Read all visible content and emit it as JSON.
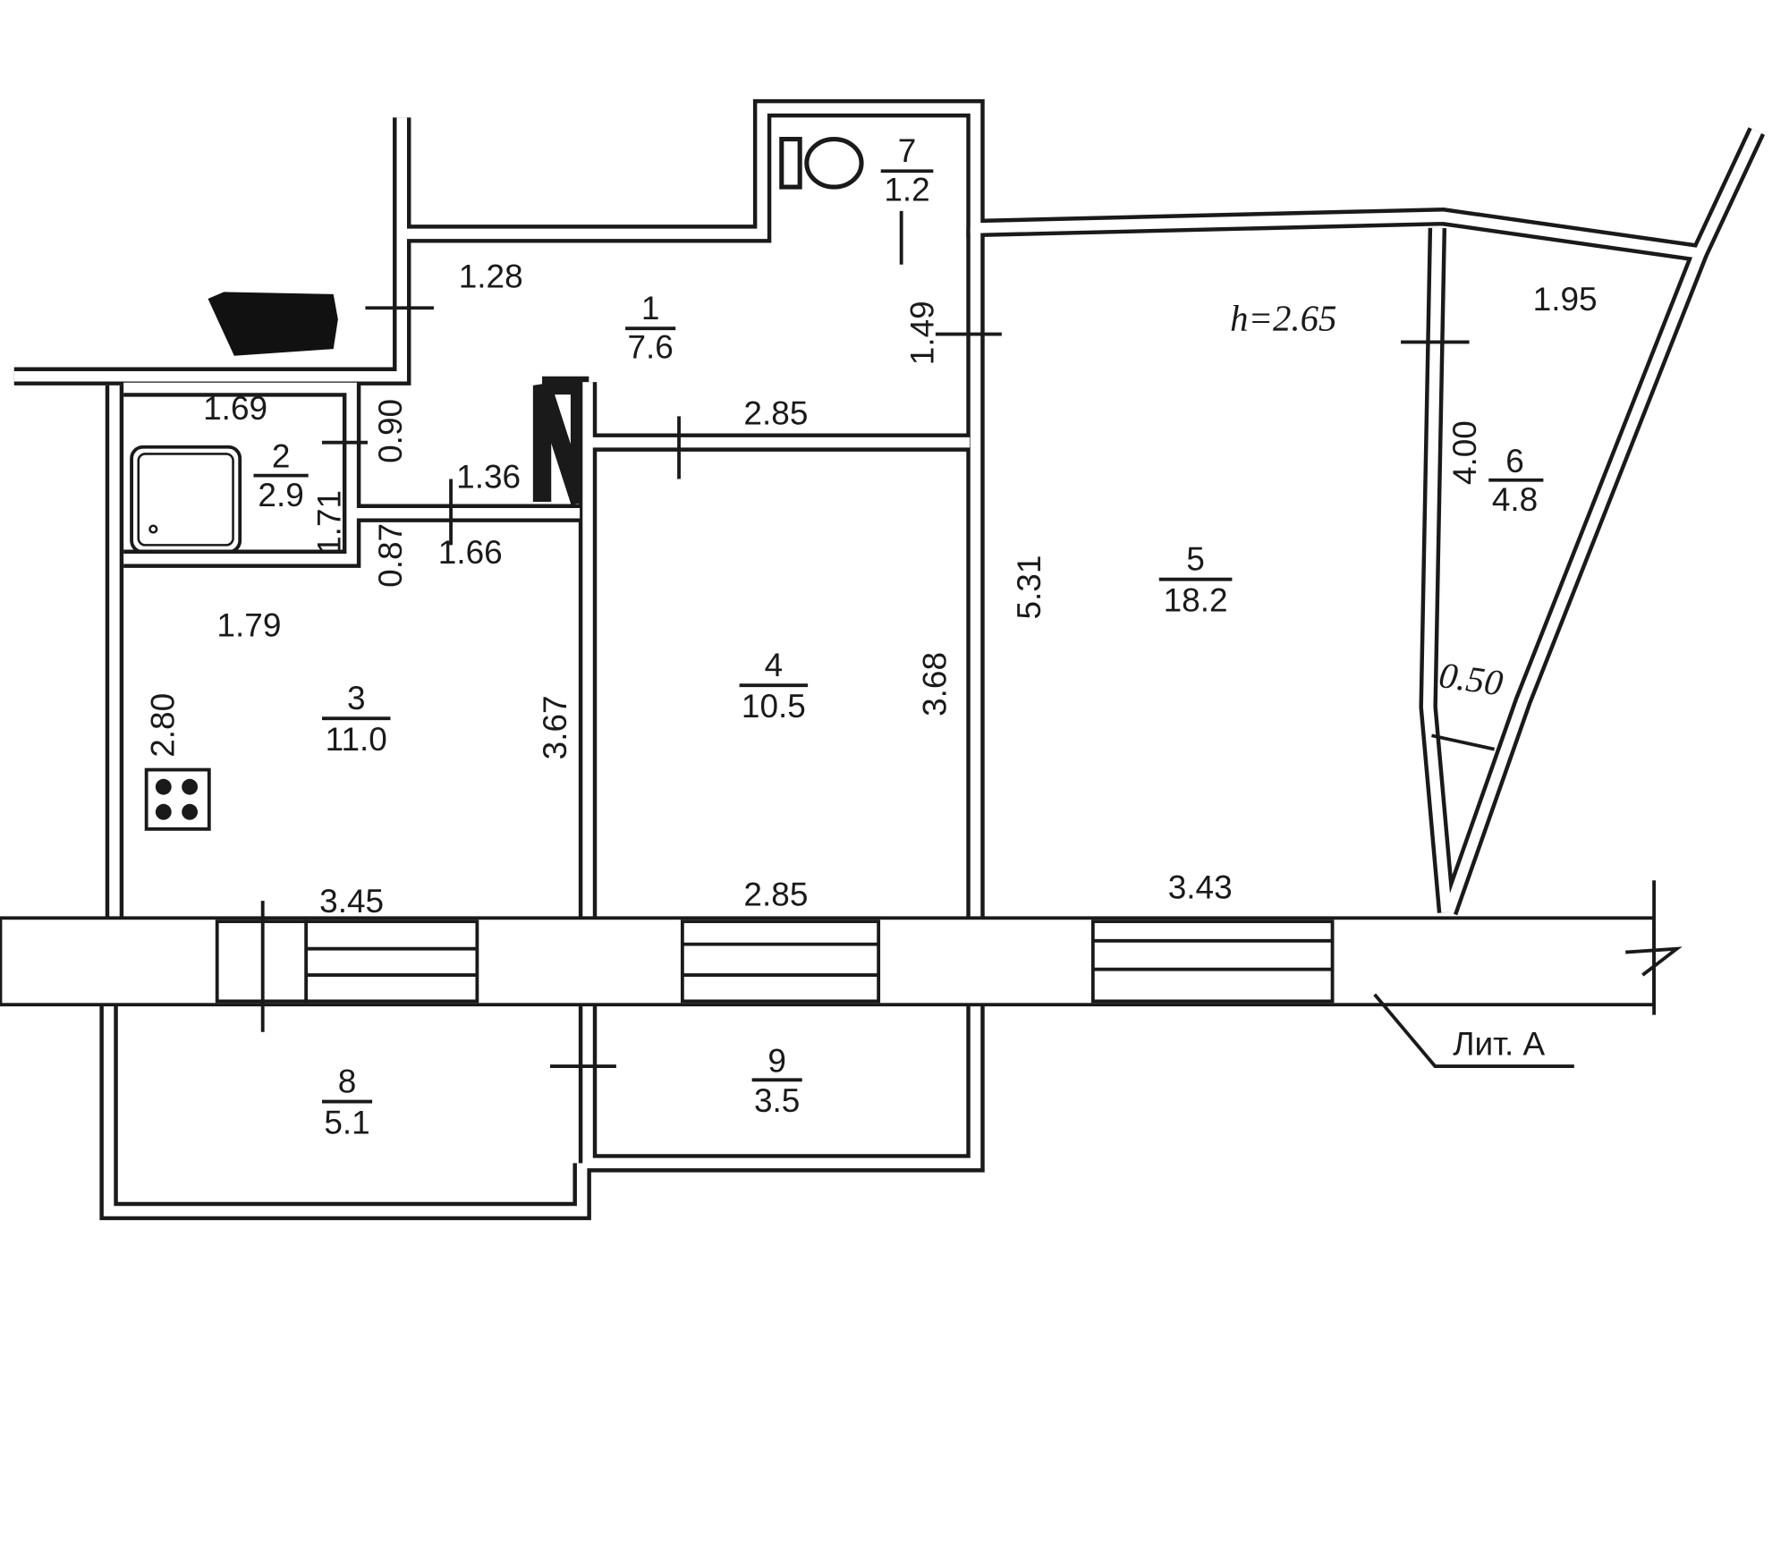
{
  "rooms": [
    {
      "number": "1",
      "area": "7.6"
    },
    {
      "number": "2",
      "area": "2.9"
    },
    {
      "number": "3",
      "area": "11.0"
    },
    {
      "number": "4",
      "area": "10.5"
    },
    {
      "number": "5",
      "area": "18.2"
    },
    {
      "number": "6",
      "area": "4.8"
    },
    {
      "number": "7",
      "area": "1.2"
    },
    {
      "number": "8",
      "area": "5.1"
    },
    {
      "number": "9",
      "area": "3.5"
    }
  ],
  "dimensions": {
    "d1_28": "1.28",
    "d1_49": "1.49",
    "d2_85_top": "2.85",
    "d1_69": "1.69",
    "d0_90": "0.90",
    "d1_71": "1.71",
    "d1_36": "1.36",
    "d0_87": "0.87",
    "d1_66": "1.66",
    "d1_79": "1.79",
    "d2_80": "2.80",
    "d3_67": "3.67",
    "d3_68": "3.68",
    "d5_31": "5.31",
    "d1_95": "1.95",
    "d4_00": "4.00",
    "d0_50": "0.50",
    "d3_45": "3.45",
    "d2_85_bottom": "2.85",
    "d3_43": "3.43"
  },
  "ceiling_height": "h=2.65",
  "building_label": "Лит. А"
}
